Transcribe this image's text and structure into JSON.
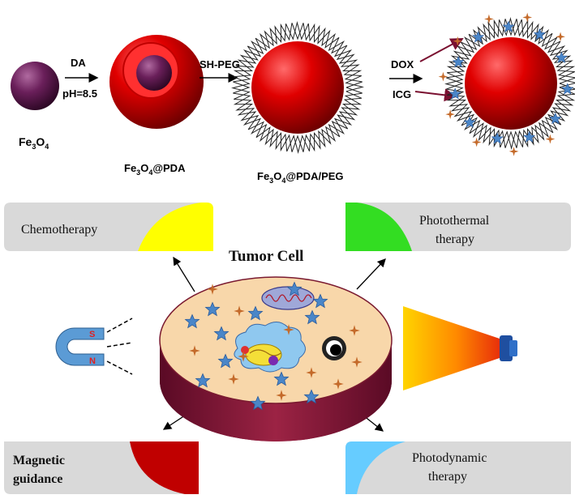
{
  "top": {
    "fe3o4": {
      "base": "Fe",
      "sub1": "3",
      "mid": "O",
      "sub2": "4",
      "tail": ""
    },
    "fe3o4_pda": {
      "base": "Fe",
      "sub1": "3",
      "mid": "O",
      "sub2": "4",
      "tail": "@PDA"
    },
    "fe3o4_pda_peg": {
      "base": "Fe",
      "sub1": "3",
      "mid": "O",
      "sub2": "4",
      "tail": "@PDA/PEG"
    },
    "step1_top": "DA",
    "step1_bottom": "pH=8.5",
    "step2_top": "SH-PEG",
    "dox": "DOX",
    "icg": "ICG"
  },
  "center": {
    "title": "Tumor Cell",
    "magnet_s": "S",
    "magnet_n": "N"
  },
  "therapies": {
    "chemo": {
      "label": "Chemotherapy",
      "color": "#ffff00"
    },
    "photothermal": {
      "line1": "Photothermal",
      "line2": "therapy",
      "color": "#33dd22"
    },
    "magnetic": {
      "line1": "Magnetic",
      "line2": "guidance",
      "color": "#c00000"
    },
    "photodynamic": {
      "line1": "Photodynamic",
      "line2": "therapy",
      "color": "#66ccff"
    }
  },
  "colors": {
    "box_fill": "#d9d9d9",
    "cell_top": "#f8d7aa",
    "cell_side": "#8b1a3a",
    "np_red": "#e00000",
    "np_core": "#5a1a4a",
    "star_blue": "#4a86c8",
    "star_orange": "#c46a2a",
    "magnet_blue": "#5b9bd5",
    "magnet_red": "#e02020"
  }
}
